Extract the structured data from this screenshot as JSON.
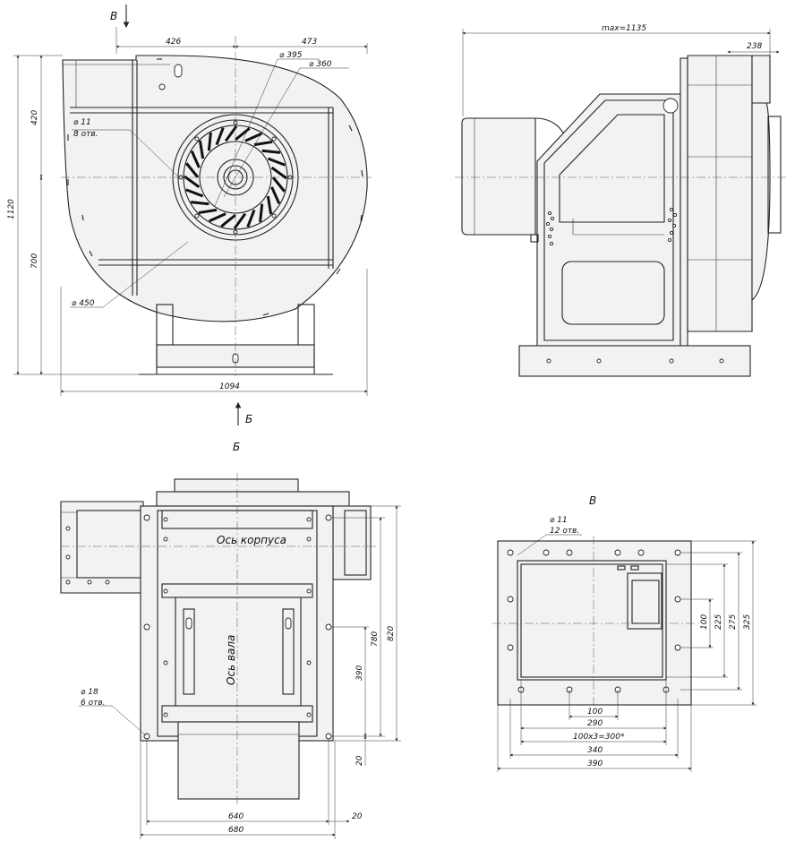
{
  "views": {
    "front": {
      "arrow_top_label": "В",
      "arrow_bottom_label": "Б",
      "dims": {
        "width_total": "1094",
        "left_top": "426",
        "right_top": "473",
        "height_total": "1120",
        "height_upper": "420",
        "height_lower": "700"
      },
      "callouts": {
        "d395": "⌀ 395",
        "d360": "⌀ 360",
        "d11": "⌀ 11",
        "holes8": "8 отв.",
        "d450": "⌀ 450"
      }
    },
    "side": {
      "dims": {
        "max": "max=1135",
        "right": "238"
      }
    },
    "bottom": {
      "title": "Б",
      "axis_body": "Ось корпуса",
      "axis_shaft": "Ось вала",
      "callouts": {
        "d18": "⌀ 18",
        "holes6": "6 отв."
      },
      "dims": {
        "w640": "640",
        "w680": "680",
        "w20a": "20",
        "h390": "390",
        "h780": "780",
        "h820": "820",
        "h20b": "20"
      }
    },
    "flange": {
      "title": "В",
      "callouts": {
        "d11": "⌀ 11",
        "holes12": "12 отв."
      },
      "dims": {
        "w100": "100",
        "w290": "290",
        "w300": "100x3=300*",
        "w340": "340",
        "w390": "390",
        "h100": "100",
        "h225": "225",
        "h275": "275",
        "h325": "325"
      }
    }
  }
}
